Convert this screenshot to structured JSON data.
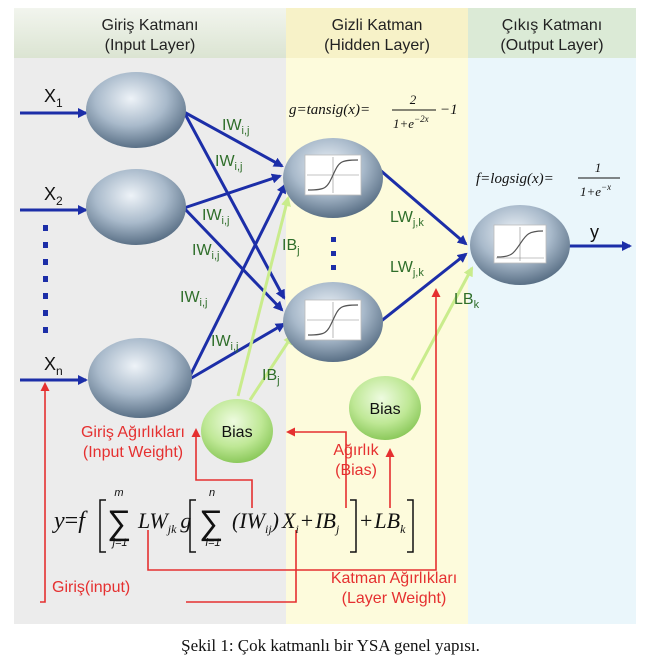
{
  "columns": {
    "input": {
      "title": "Giriş Katmanı",
      "subtitle": "(Input Layer)"
    },
    "hidden": {
      "title": "Gizli Katman",
      "subtitle": "(Hidden Layer)"
    },
    "output": {
      "title": "Çıkış Katmanı",
      "subtitle": "(Output Layer)"
    }
  },
  "inputs": {
    "x1": "X",
    "x1_sub": "1",
    "x2": "X",
    "x2_sub": "2",
    "xn": "X",
    "xn_sub": "n"
  },
  "weights": {
    "iw": "IW",
    "iw_sub": "i,j",
    "lw": "LW",
    "lw_sub": "j,k",
    "ib": "IB",
    "ib_sub": "j",
    "lb": "LB",
    "lb_sub": "k"
  },
  "bias_label": "Bias",
  "output_label": "y",
  "hidden_formula": {
    "lhs": "g=tansig(x)=",
    "num": "2",
    "den": "1+e",
    "den_exp": "−2x",
    "tail": "−1"
  },
  "output_formula": {
    "lhs": "f=logsig(x)=",
    "num": "1",
    "den": "1+e",
    "den_exp": "−x"
  },
  "main_equation": {
    "y": "y",
    "eq": "=",
    "f": "f",
    "sum_top1": "m",
    "sum_bot1": "j=1",
    "lw": "LW",
    "lw_sub": "jk",
    "g": "g",
    "sum_top2": "n",
    "sum_bot2": "i=1",
    "iw": "(IW",
    "iw_sub": "ij",
    "iw_close": ")",
    "x": "X",
    "x_sub": "i",
    "plus1": "+",
    "ib": "IB",
    "ib_sub": "j",
    "plus2": "+",
    "lb": "LB",
    "lb_sub": "k"
  },
  "annotations": {
    "input_weight_tr": "Giriş Ağırlıkları",
    "input_weight_en": "(Input Weight)",
    "bias_tr": "Ağırlık",
    "bias_en": "(Bias)",
    "input_tr": "Giriş(input)",
    "layer_weight_tr": "Katman Ağırlıkları",
    "layer_weight_en": "(Layer Weight)"
  },
  "caption": "Şekil 1: Çok katmanlı bir YSA genel yapısı.",
  "colors": {
    "input_bg": "#ededed",
    "hidden_bg": "#fdfbdc",
    "output_bg": "#eaf6fb",
    "header_bg": "#e3eadc",
    "arrow_blue": "#1c2ea8",
    "weight_green": "#2f6e2a",
    "annotation_red": "#e53030",
    "bias_green": "#c8ec9a"
  }
}
